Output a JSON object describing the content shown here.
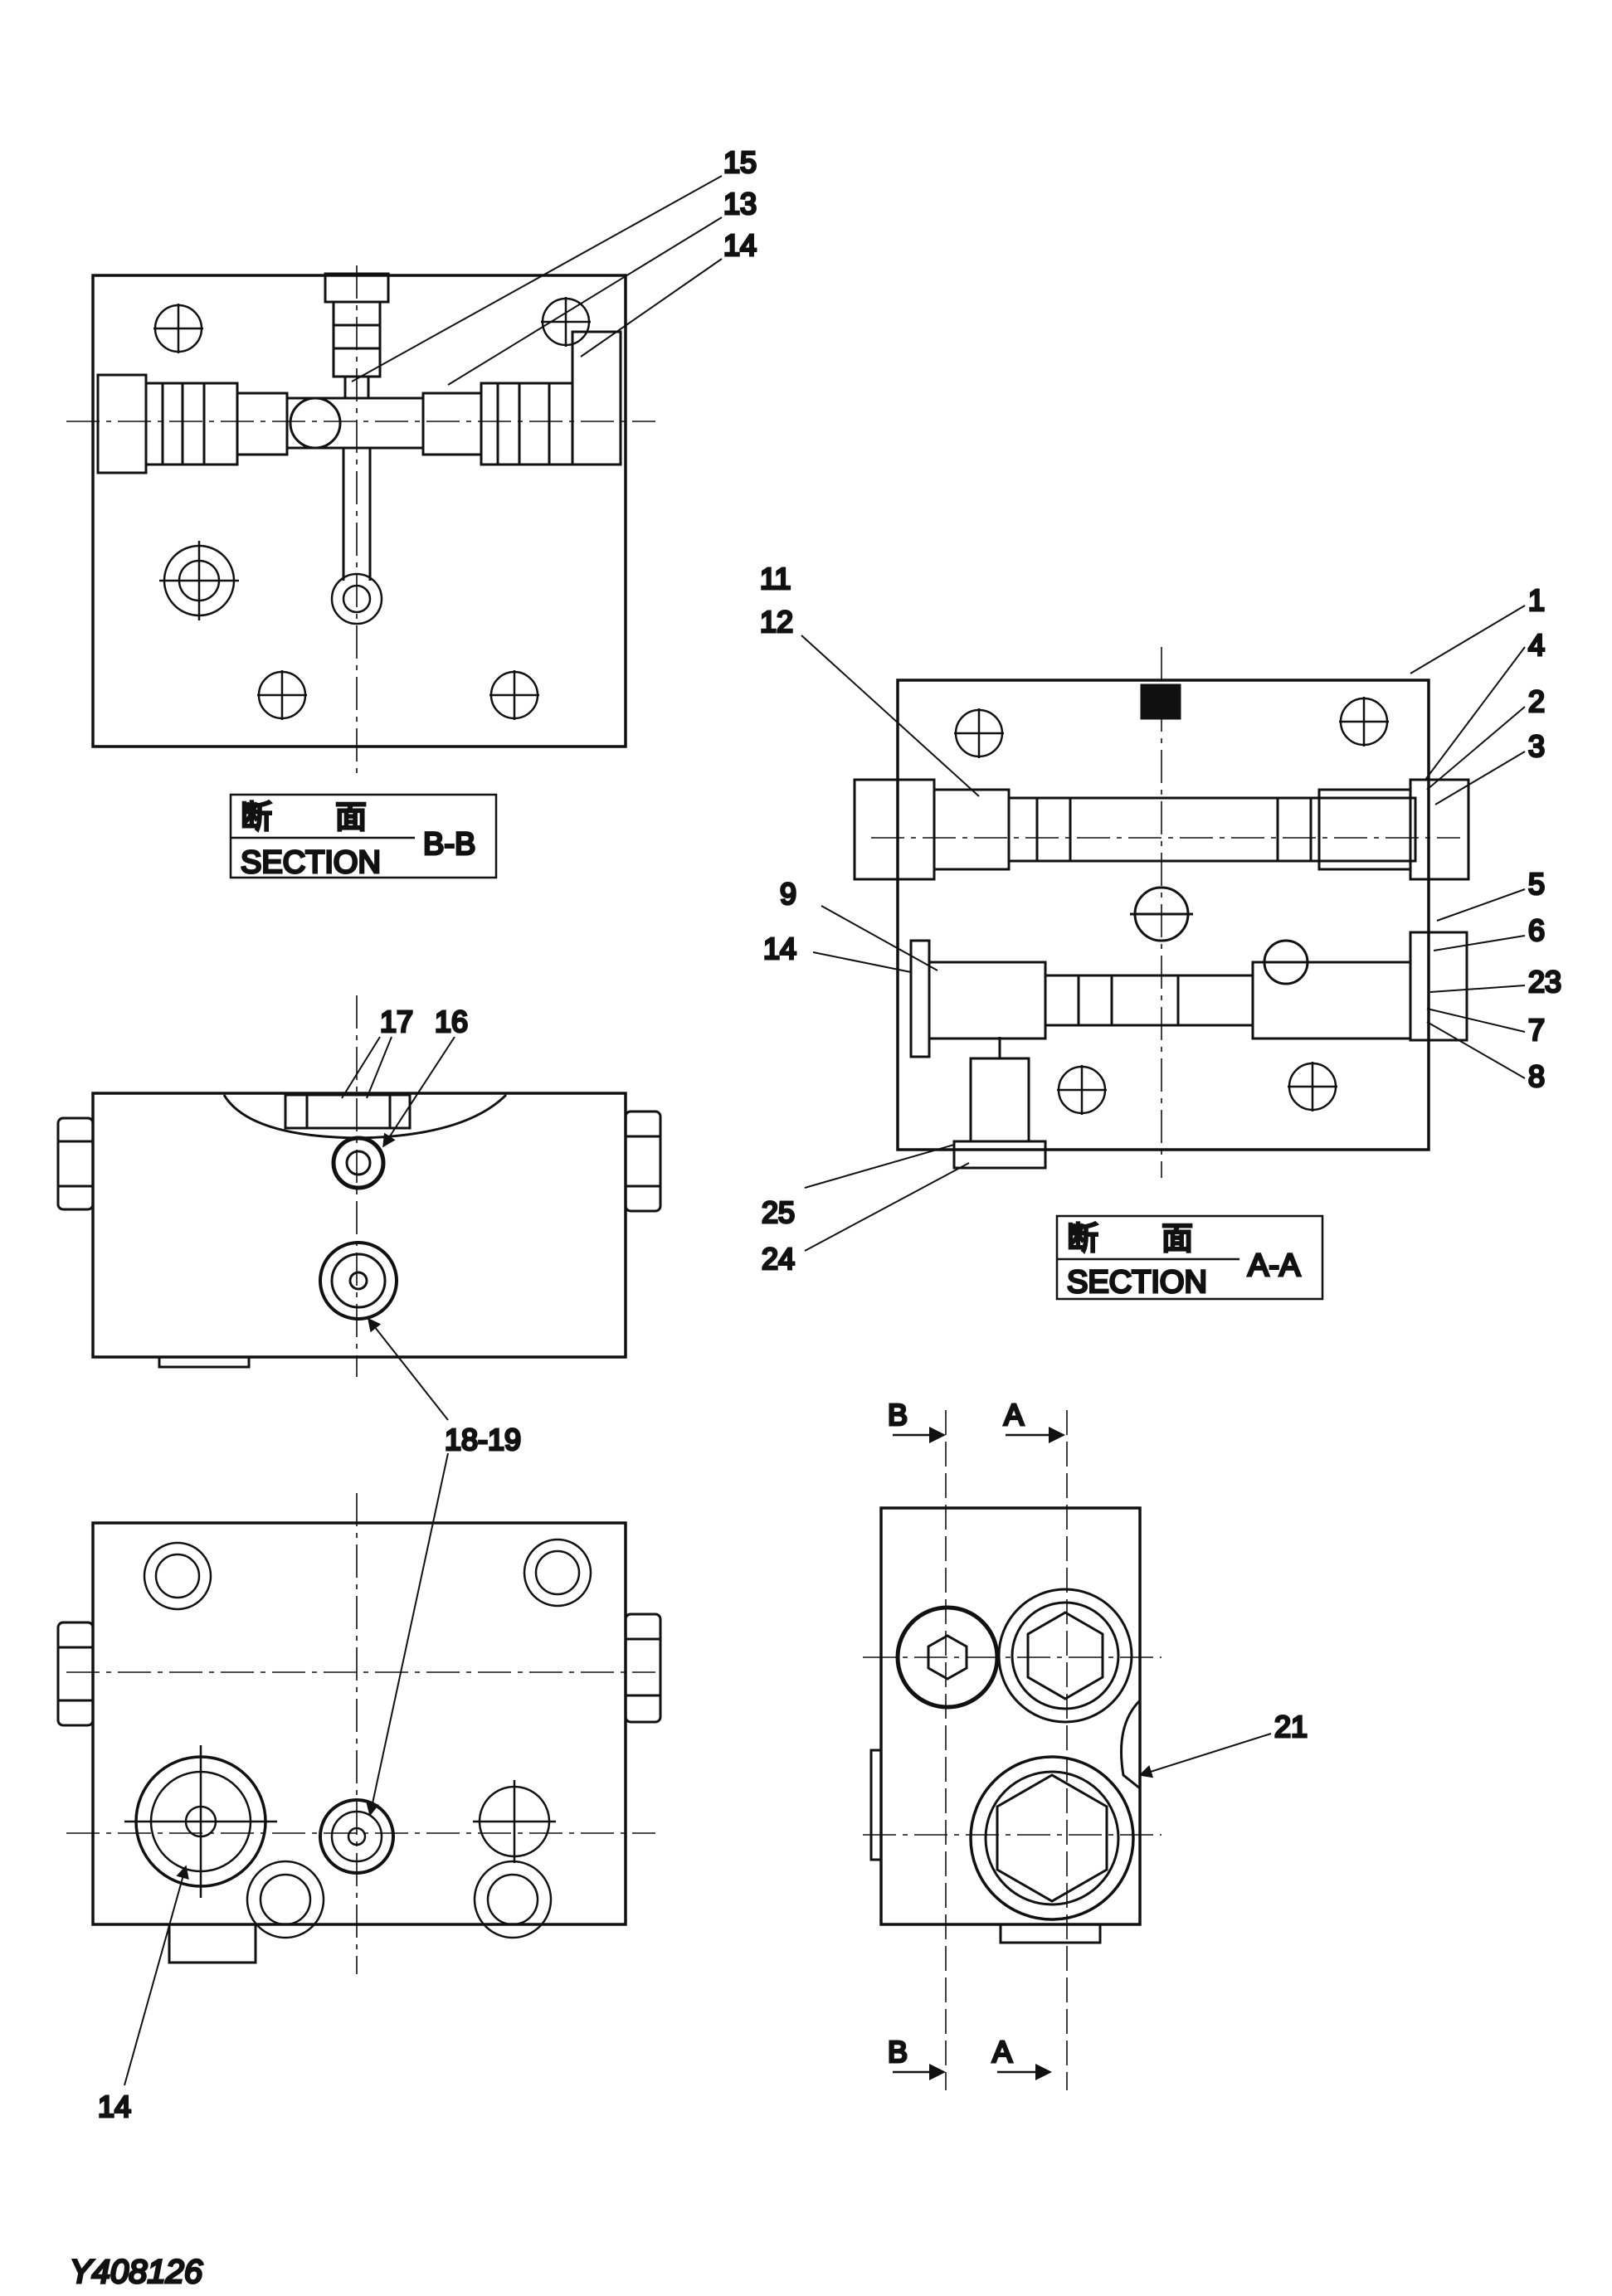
{
  "section_bb": {
    "jp": "断　　面",
    "en": "SECTION",
    "id": "B-B"
  },
  "section_aa": {
    "jp": "断　　面",
    "en": "SECTION",
    "id": "A-A"
  },
  "callouts": {
    "c15": "15",
    "c13": "13",
    "c14a": "14",
    "c11": "11",
    "c12": "12",
    "c1": "1",
    "c4": "4",
    "c2": "2",
    "c3": "3",
    "c9": "9",
    "c14b": "14",
    "c5": "5",
    "c6": "6",
    "c23": "23",
    "c7": "7",
    "c8": "8",
    "c25": "25",
    "c24": "24",
    "c17": "17",
    "c16": "16",
    "c1819": "18-19",
    "c14c": "14",
    "c21": "21",
    "bTop": "B",
    "aTop": "A",
    "bBot": "B",
    "aBot": "A"
  },
  "drawing_code": "Y408126"
}
